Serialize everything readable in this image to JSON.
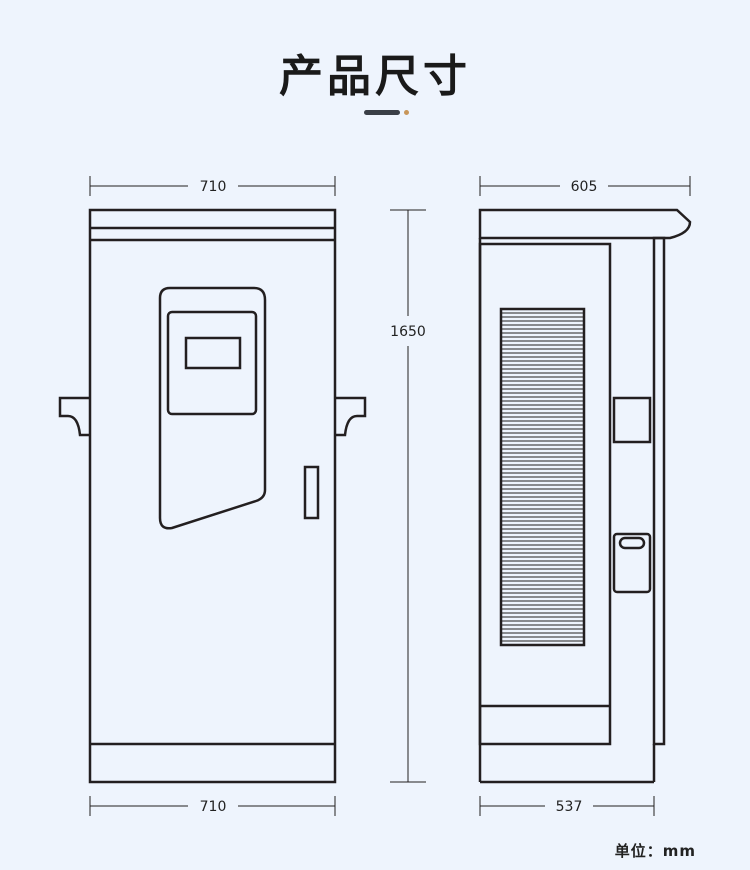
{
  "title": "产品尺寸",
  "dimensions": {
    "front_top_width": "710",
    "front_bottom_width": "710",
    "height": "1650",
    "side_top_depth": "605",
    "side_bottom_depth": "537"
  },
  "unit_label": "单位：mm",
  "colors": {
    "background": "#eef4fd",
    "line": "#231f20",
    "accent": "#c8965a"
  }
}
